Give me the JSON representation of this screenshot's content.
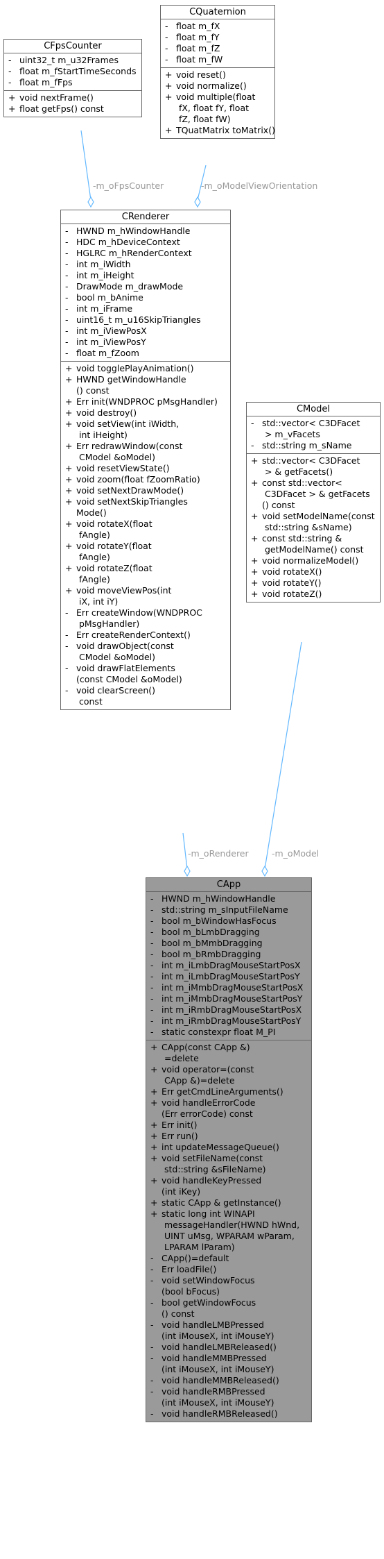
{
  "colors": {
    "edge": "#63b8ff",
    "edge_label": "#999999",
    "box_border": "#666666",
    "focus_fill": "#9a9a9a"
  },
  "classes": {
    "fps": {
      "name": "CFpsCounter",
      "attributes": [
        {
          "v": "-",
          "t": "uint32_t m_u32Frames"
        },
        {
          "v": "-",
          "t": "float m_fStartTimeSeconds"
        },
        {
          "v": "-",
          "t": "float m_fFps"
        }
      ],
      "methods": [
        {
          "v": "+",
          "t": "void nextFrame()"
        },
        {
          "v": "+",
          "t": "float getFps() const"
        }
      ]
    },
    "quat": {
      "name": "CQuaternion",
      "attributes": [
        {
          "v": "-",
          "t": "float m_fX"
        },
        {
          "v": "-",
          "t": "float m_fY"
        },
        {
          "v": "-",
          "t": "float m_fZ"
        },
        {
          "v": "-",
          "t": "float m_fW"
        }
      ],
      "methods": [
        {
          "v": "+",
          "t": "void reset()"
        },
        {
          "v": "+",
          "t": "void normalize()"
        },
        {
          "v": "+",
          "t": "void multiple(float\n fX, float fY, float\n fZ, float fW)"
        },
        {
          "v": "+",
          "t": "TQuatMatrix toMatrix()"
        }
      ]
    },
    "renderer": {
      "name": "CRenderer",
      "attributes": [
        {
          "v": "-",
          "t": "HWND m_hWindowHandle"
        },
        {
          "v": "-",
          "t": "HDC m_hDeviceContext"
        },
        {
          "v": "-",
          "t": "HGLRC m_hRenderContext"
        },
        {
          "v": "-",
          "t": "int m_iWidth"
        },
        {
          "v": "-",
          "t": "int m_iHeight"
        },
        {
          "v": "-",
          "t": "DrawMode m_drawMode"
        },
        {
          "v": "-",
          "t": "bool m_bAnime"
        },
        {
          "v": "-",
          "t": "int m_iFrame"
        },
        {
          "v": "-",
          "t": "uint16_t m_u16SkipTriangles"
        },
        {
          "v": "-",
          "t": "int m_iViewPosX"
        },
        {
          "v": "-",
          "t": "int m_iViewPosY"
        },
        {
          "v": "-",
          "t": "float m_fZoom"
        }
      ],
      "methods": [
        {
          "v": "+",
          "t": "void togglePlayAnimation()"
        },
        {
          "v": "+",
          "t": "HWND getWindowHandle\n() const"
        },
        {
          "v": "+",
          "t": "Err init(WNDPROC pMsgHandler)"
        },
        {
          "v": "+",
          "t": "void destroy()"
        },
        {
          "v": "+",
          "t": "void setView(int iWidth,\n int iHeight)"
        },
        {
          "v": "+",
          "t": "Err redrawWindow(const\n CModel &oModel)"
        },
        {
          "v": "+",
          "t": "void resetViewState()"
        },
        {
          "v": "+",
          "t": "void zoom(float fZoomRatio)"
        },
        {
          "v": "+",
          "t": "void setNextDrawMode()"
        },
        {
          "v": "+",
          "t": "void setNextSkipTriangles\nMode()"
        },
        {
          "v": "+",
          "t": "void rotateX(float\n fAngle)"
        },
        {
          "v": "+",
          "t": "void rotateY(float\n fAngle)"
        },
        {
          "v": "+",
          "t": "void rotateZ(float\n fAngle)"
        },
        {
          "v": "+",
          "t": "void moveViewPos(int\n iX, int iY)"
        },
        {
          "v": "-",
          "t": "Err createWindow(WNDPROC\n pMsgHandler)"
        },
        {
          "v": "-",
          "t": "Err createRenderContext()"
        },
        {
          "v": "-",
          "t": "void drawObject(const\n CModel &oModel)"
        },
        {
          "v": "-",
          "t": "void drawFlatElements\n(const CModel &oModel)"
        },
        {
          "v": "-",
          "t": "void clearScreen()\n const"
        }
      ]
    },
    "model": {
      "name": "CModel",
      "attributes": [
        {
          "v": "-",
          "t": "std::vector< C3DFacet\n > m_vFacets"
        },
        {
          "v": "-",
          "t": "std::string m_sName"
        }
      ],
      "methods": [
        {
          "v": "+",
          "t": "std::vector< C3DFacet\n > & getFacets()"
        },
        {
          "v": "+",
          "t": "const std::vector<\n C3DFacet > & getFacets\n() const"
        },
        {
          "v": "+",
          "t": "void setModelName(const\n std::string &sName)"
        },
        {
          "v": "+",
          "t": "const std::string &\n getModelName() const"
        },
        {
          "v": "+",
          "t": "void normalizeModel()"
        },
        {
          "v": "+",
          "t": "void rotateX()"
        },
        {
          "v": "+",
          "t": "void rotateY()"
        },
        {
          "v": "+",
          "t": "void rotateZ()"
        }
      ]
    },
    "app": {
      "name": "CApp",
      "attributes": [
        {
          "v": "-",
          "t": "HWND m_hWindowHandle"
        },
        {
          "v": "-",
          "t": "std::string m_sInputFileName"
        },
        {
          "v": "-",
          "t": "bool m_bWindowHasFocus"
        },
        {
          "v": "-",
          "t": "bool m_bLmbDragging"
        },
        {
          "v": "-",
          "t": "bool m_bMmbDragging"
        },
        {
          "v": "-",
          "t": "bool m_bRmbDragging"
        },
        {
          "v": "-",
          "t": "int m_iLmbDragMouseStartPosX"
        },
        {
          "v": "-",
          "t": "int m_iLmbDragMouseStartPosY"
        },
        {
          "v": "-",
          "t": "int m_iMmbDragMouseStartPosX"
        },
        {
          "v": "-",
          "t": "int m_iMmbDragMouseStartPosY"
        },
        {
          "v": "-",
          "t": "int m_iRmbDragMouseStartPosX"
        },
        {
          "v": "-",
          "t": "int m_iRmbDragMouseStartPosY"
        },
        {
          "v": "-",
          "t": "static constexpr float M_PI"
        }
      ],
      "methods": [
        {
          "v": "+",
          "t": "CApp(const CApp &)\n =delete"
        },
        {
          "v": "+",
          "t": "void operator=(const\n CApp &)=delete"
        },
        {
          "v": "+",
          "t": "Err getCmdLineArguments()"
        },
        {
          "v": "+",
          "t": "void handleErrorCode\n(Err errorCode) const"
        },
        {
          "v": "+",
          "t": "Err init()"
        },
        {
          "v": "+",
          "t": "Err run()"
        },
        {
          "v": "+",
          "t": "int updateMessageQueue()"
        },
        {
          "v": "+",
          "t": "void setFileName(const\n std::string &sFileName)"
        },
        {
          "v": "+",
          "t": "void handleKeyPressed\n(int iKey)"
        },
        {
          "v": "+",
          "t": "static CApp & getInstance()"
        },
        {
          "v": "+",
          "t": "static long int WINAPI\n messageHandler(HWND hWnd,\n UINT uMsg, WPARAM wParam,\n LPARAM lParam)"
        },
        {
          "v": "-",
          "t": "CApp()=default"
        },
        {
          "v": "-",
          "t": "Err loadFile()"
        },
        {
          "v": "-",
          "t": "void setWindowFocus\n(bool bFocus)"
        },
        {
          "v": "-",
          "t": "bool getWindowFocus\n() const"
        },
        {
          "v": "-",
          "t": "void handleLMBPressed\n(int iMouseX, int iMouseY)"
        },
        {
          "v": "-",
          "t": "void handleLMBReleased()"
        },
        {
          "v": "-",
          "t": "void handleMMBPressed\n(int iMouseX, int iMouseY)"
        },
        {
          "v": "-",
          "t": "void handleMMBReleased()"
        },
        {
          "v": "-",
          "t": "void handleRMBPressed\n(int iMouseX, int iMouseY)"
        },
        {
          "v": "-",
          "t": "void handleRMBReleased()"
        }
      ]
    }
  },
  "edges": [
    {
      "label": "-m_oFpsCounter"
    },
    {
      "label": "-m_oModelViewOrientation"
    },
    {
      "label": "-m_oRenderer"
    },
    {
      "label": "-m_oModel"
    }
  ]
}
